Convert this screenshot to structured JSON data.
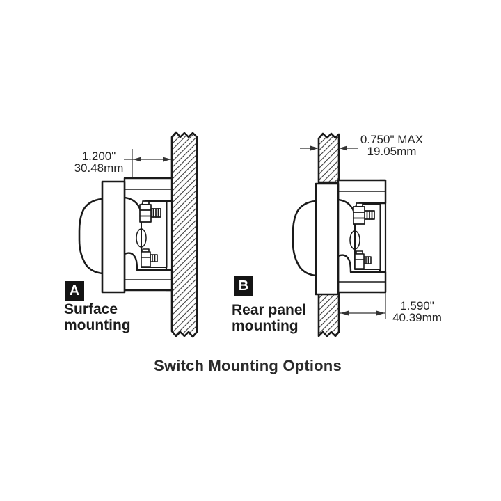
{
  "title": "Switch Mounting Options",
  "colors": {
    "line": "#1a1a1a",
    "dimension_line": "#333333",
    "badge_background": "#141414",
    "badge_text": "#ffffff",
    "background": "#ffffff"
  },
  "diagram_a": {
    "badge": "A",
    "label_line1": "Surface",
    "label_line2": "mounting",
    "dimension": {
      "inches": "1.200\"",
      "mm": "30.48mm"
    }
  },
  "diagram_b": {
    "badge": "B",
    "label_line1": "Rear panel",
    "label_line2": "mounting",
    "dimension_panel_thickness": {
      "inches": "0.750\" MAX",
      "mm": "19.05mm"
    },
    "dimension_rear_depth": {
      "inches": "1.590\"",
      "mm": "40.39mm"
    }
  }
}
